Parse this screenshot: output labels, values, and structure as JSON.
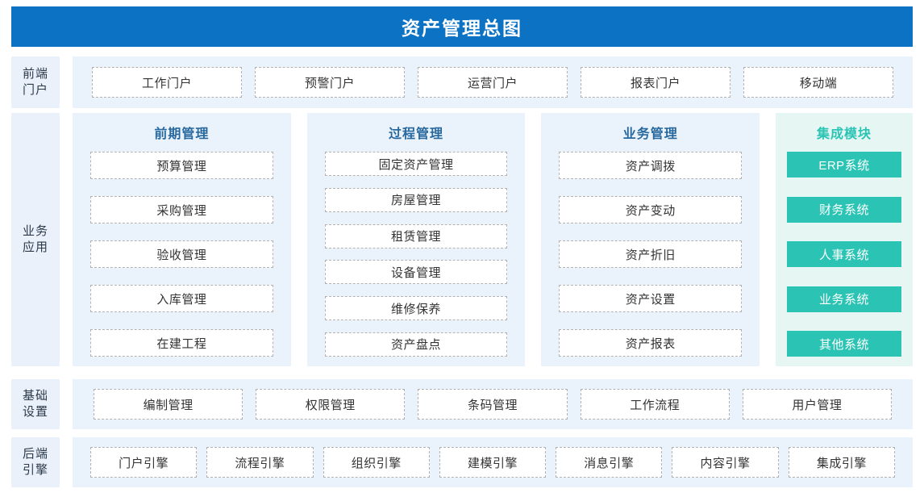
{
  "header": {
    "title": "资产管理总图"
  },
  "colors": {
    "header_blue": "#0b72c4",
    "panel_blue": "#eaf2fb",
    "panel_teal": "#e6f6f3",
    "accent_teal": "#2bc4b4",
    "heading_blue": "#27699e",
    "chip_border": "#b2b2b2",
    "chip_text": "#333333"
  },
  "rows": {
    "portal": {
      "label_line1": "前端",
      "label_line2": "门户",
      "items": [
        {
          "label": "工作门户"
        },
        {
          "label": "预警门户"
        },
        {
          "label": "运营门户"
        },
        {
          "label": "报表门户"
        },
        {
          "label": "移动端"
        }
      ]
    },
    "business": {
      "label_line1": "业务",
      "label_line2": "应用",
      "columns": [
        {
          "title": "前期管理",
          "style": "dashed",
          "items": [
            {
              "label": "预算管理"
            },
            {
              "label": "采购管理"
            },
            {
              "label": "验收管理"
            },
            {
              "label": "入库管理"
            },
            {
              "label": "在建工程"
            }
          ]
        },
        {
          "title": "过程管理",
          "style": "dashed",
          "items": [
            {
              "label": "固定资产管理"
            },
            {
              "label": "房屋管理"
            },
            {
              "label": "租赁管理"
            },
            {
              "label": "设备管理"
            },
            {
              "label": "维修保养"
            },
            {
              "label": "资产盘点"
            }
          ]
        },
        {
          "title": "业务管理",
          "style": "dashed",
          "items": [
            {
              "label": "资产调拨"
            },
            {
              "label": "资产变动"
            },
            {
              "label": "资产折旧"
            },
            {
              "label": "资产设置"
            },
            {
              "label": "资产报表"
            }
          ]
        },
        {
          "title": "集成模块",
          "style": "filled-teal",
          "items": [
            {
              "label": "ERP系统"
            },
            {
              "label": "财务系统"
            },
            {
              "label": "人事系统"
            },
            {
              "label": "业务系统"
            },
            {
              "label": "其他系统"
            }
          ]
        }
      ]
    },
    "base": {
      "label_line1": "基础",
      "label_line2": "设置",
      "items": [
        {
          "label": "编制管理"
        },
        {
          "label": "权限管理"
        },
        {
          "label": "条码管理"
        },
        {
          "label": "工作流程"
        },
        {
          "label": "用户管理"
        }
      ]
    },
    "engine": {
      "label_line1": "后端",
      "label_line2": "引擎",
      "items": [
        {
          "label": "门户引擎"
        },
        {
          "label": "流程引擎"
        },
        {
          "label": "组织引擎"
        },
        {
          "label": "建模引擎"
        },
        {
          "label": "消息引擎"
        },
        {
          "label": "内容引擎"
        },
        {
          "label": "集成引擎"
        }
      ]
    }
  }
}
